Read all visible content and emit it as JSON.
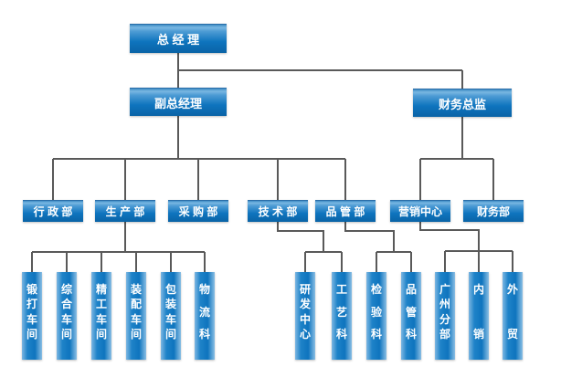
{
  "diagram": {
    "type": "org-chart",
    "colors": {
      "box_blue_main": "#0e74be",
      "box_blue_highlight": "#6fb0de",
      "box_blue_dark": "#0a63a6",
      "connector_gray": "#595959",
      "text_white": "#ffffff",
      "background": "#ffffff"
    },
    "nodes": {
      "gm": {
        "label": "总 经 理"
      },
      "dgm": {
        "label": "副总经理"
      },
      "cfo": {
        "label": "财务总监"
      },
      "admin": {
        "label": "行 政 部"
      },
      "prod": {
        "label": "生 产 部"
      },
      "purch": {
        "label": "采 购 部"
      },
      "tech": {
        "label": "技 术 部"
      },
      "qc": {
        "label": "品 管 部"
      },
      "mkt": {
        "label": "营销中心"
      },
      "fin": {
        "label": "财务部"
      },
      "forging": {
        "label": "锻打车间"
      },
      "general": {
        "label": "综合车间"
      },
      "precision": {
        "label": "精工车间"
      },
      "assembly": {
        "label": "装配车间"
      },
      "packing": {
        "label": "包装车间"
      },
      "logistics": {
        "label": "物流科"
      },
      "rd": {
        "label": "研发中心"
      },
      "process": {
        "label": "工艺科"
      },
      "inspect": {
        "label": "检验科"
      },
      "qcsec": {
        "label": "品管科"
      },
      "gz": {
        "label": "广州分部"
      },
      "domestic": {
        "label": "内销"
      },
      "foreign": {
        "label": "外贸"
      }
    },
    "hierarchy": [
      {
        "parent": "gm",
        "children": [
          "dgm",
          "cfo"
        ]
      },
      {
        "parent": "dgm",
        "children": [
          "admin",
          "prod",
          "purch",
          "tech",
          "qc"
        ]
      },
      {
        "parent": "cfo",
        "children": [
          "mkt",
          "fin"
        ]
      },
      {
        "parent": "prod",
        "children": [
          "forging",
          "general",
          "precision",
          "assembly",
          "packing",
          "logistics"
        ]
      },
      {
        "parent": "tech",
        "children": [
          "rd",
          "process"
        ]
      },
      {
        "parent": "qc",
        "children": [
          "inspect",
          "qcsec"
        ]
      },
      {
        "parent": "mkt",
        "children": [
          "gz",
          "domestic",
          "foreign"
        ]
      }
    ]
  }
}
